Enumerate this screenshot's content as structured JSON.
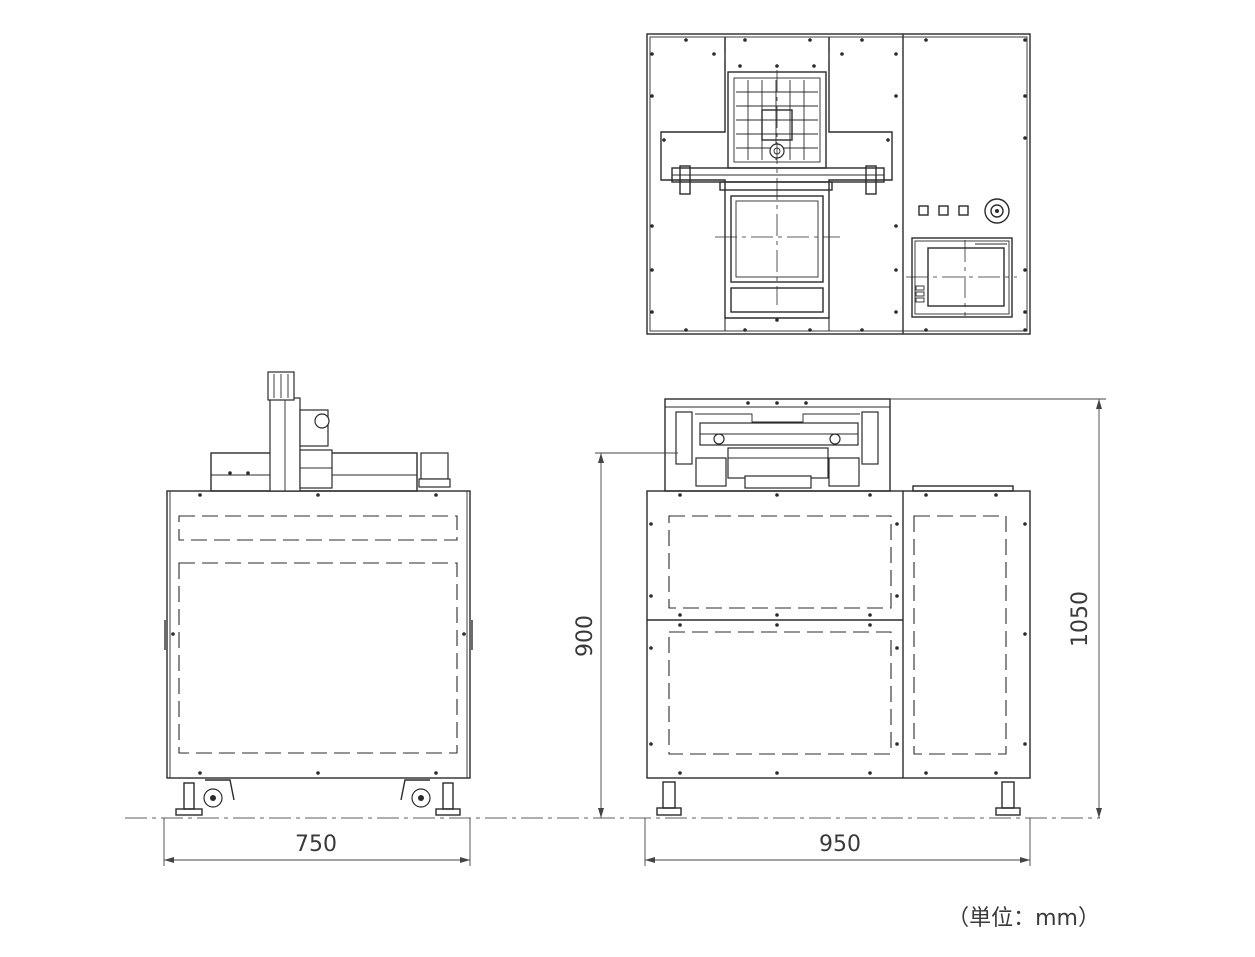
{
  "dimensions": {
    "side_width": "750",
    "front_width": "950",
    "table_height": "900",
    "overall_height": "1050"
  },
  "unit_note": "（単位：mm）",
  "panel": {
    "button_count": 3
  },
  "colors": {
    "line": "#2b2b2b",
    "background": "#ffffff"
  }
}
